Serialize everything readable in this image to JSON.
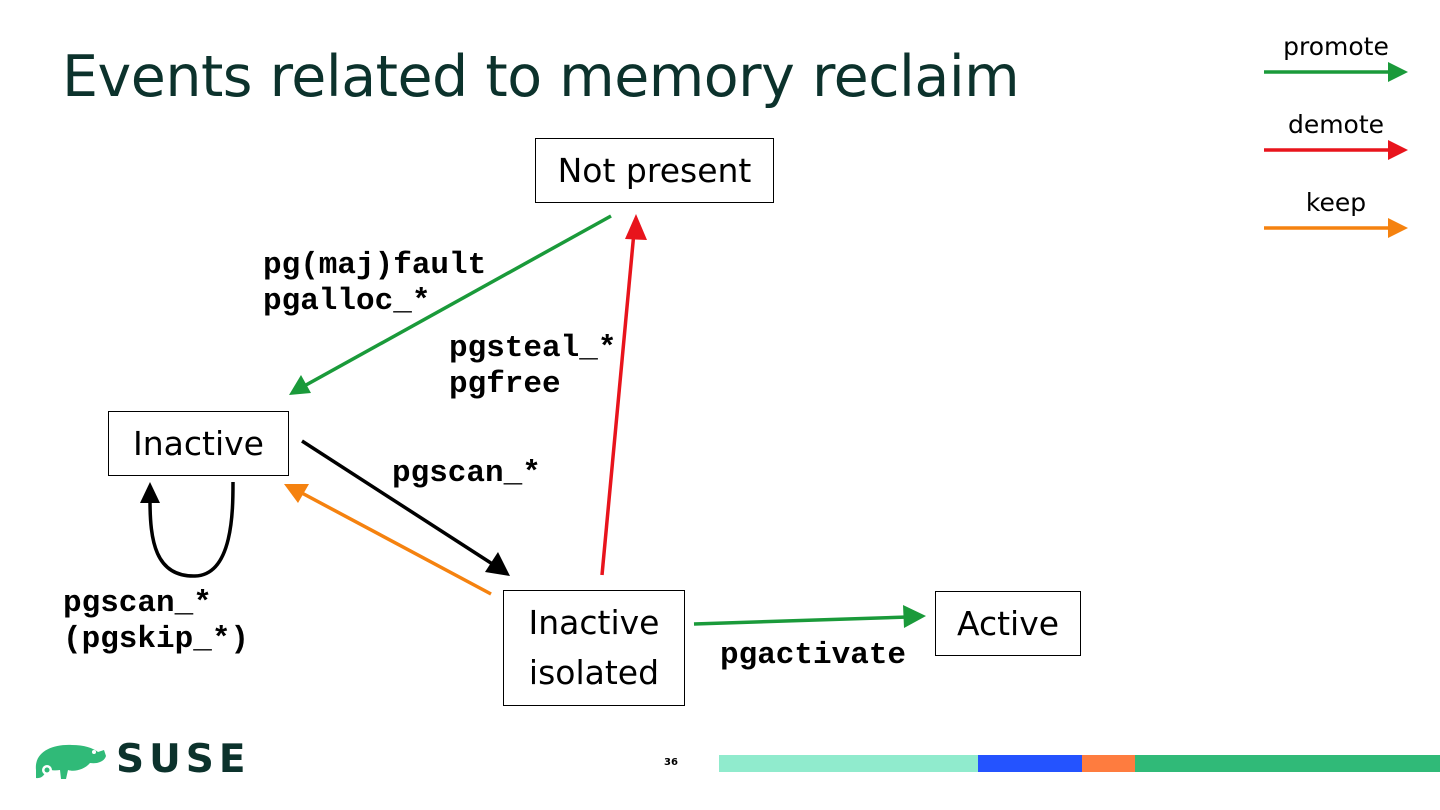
{
  "slide": {
    "title": "Events related to memory reclaim",
    "page_number": "36"
  },
  "states": {
    "not_present": "Not present",
    "inactive": "Inactive",
    "inactive_isolated_line1": "Inactive",
    "inactive_isolated_line2": "isolated",
    "active": "Active"
  },
  "events": {
    "fault_line1": "pg(maj)fault",
    "fault_line2": "pgalloc_*",
    "steal_line1": "pgsteal_*",
    "steal_line2": "pgfree",
    "scan": "pgscan_*",
    "self_loop_line1": "pgscan_*",
    "self_loop_line2": "(pgskip_*)",
    "activate": "pgactivate"
  },
  "legend": {
    "promote": "promote",
    "demote": "demote",
    "keep": "keep"
  },
  "logo": {
    "text": "SUSE"
  },
  "colors": {
    "promote": "#1a9a3a",
    "demote": "#e8141c",
    "keep": "#f5820f",
    "neutral": "#000000",
    "title": "#0c322c",
    "brand_green": "#30ba78",
    "stripe_mint": "#90ebcd",
    "stripe_blue": "#2453ff",
    "stripe_orange": "#fe7c3f"
  }
}
